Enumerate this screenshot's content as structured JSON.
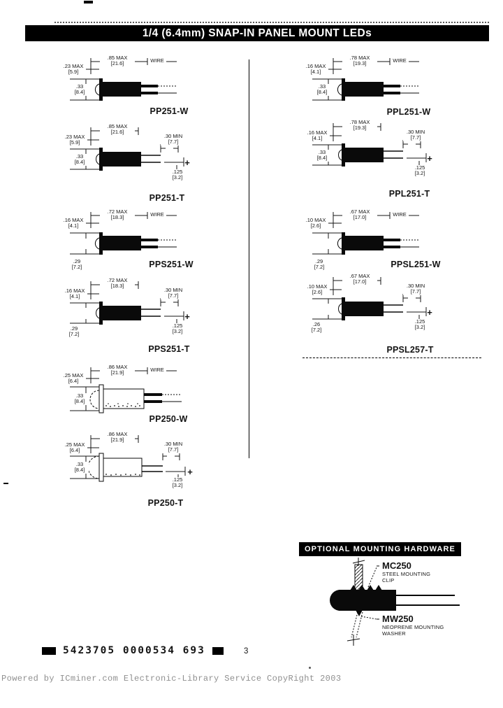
{
  "page": {
    "title": "1/4 (6.4mm) SNAP-IN PANEL MOUNT LEDs",
    "page_number": "3",
    "stamp_code": "5423705 0000534 693",
    "footer": "Powered by ICminer.com Electronic-Library Service CopyRight 2003"
  },
  "hardware": {
    "banner": "OPTIONAL MOUNTING HARDWARE",
    "clip_code": "MC250",
    "clip_line1": "STEEL MOUNTING",
    "clip_line2": "CLIP",
    "washer_code": "MW250",
    "washer_line1": "NEOPRENE MOUNTING",
    "washer_line2": "WASHER"
  },
  "diagrams": [
    {
      "model": "PP251-W",
      "top_in": ".85 MAX",
      "top_mm": "[21.6]",
      "lt_in": ".23 MAX",
      "lt_mm": "[5.9]",
      "left_in": ".33",
      "left_mm": "[8.4]",
      "wire": "WIRE"
    },
    {
      "model": "PPL251-W",
      "top_in": ".78 MAX",
      "top_mm": "[19.3]",
      "lt_in": ".16 MAX",
      "lt_mm": "[4.1]",
      "left_in": ".33",
      "left_mm": "[8.4]",
      "wire": "WIRE"
    },
    {
      "model": "PP251-T",
      "top_in": ".85 MAX",
      "top_mm": "[21.6]",
      "lt_in": ".23 MAX",
      "lt_mm": "[5.9]",
      "left_in": ".33",
      "left_mm": "[8.4]",
      "right_in": ".30 MIN",
      "right_mm": "[7.7]",
      "br_in": ".125",
      "br_mm": "[3.2]",
      "plus": "+"
    },
    {
      "model": "PPL251-T",
      "top_in": ".78 MAX",
      "top_mm": "[19.3]",
      "lt_in": ".16 MAX",
      "lt_mm": "[4.1]",
      "left_in": ".33",
      "left_mm": "[8.4]",
      "right_in": ".30 MIN",
      "right_mm": "[7.7]",
      "br_in": ".125",
      "br_mm": "[3.2]",
      "plus": "+"
    },
    {
      "model": "PPS251-W",
      "top_in": ".72 MAX",
      "top_mm": "[18.3]",
      "lt_in": ".16 MAX",
      "lt_mm": "[4.1]",
      "left_in": ".29",
      "left_mm": "[7.2]",
      "wire": "WIRE"
    },
    {
      "model": "PPSL251-W",
      "top_in": ".67 MAX",
      "top_mm": "[17.0]",
      "lt_in": ".10 MAX",
      "lt_mm": "[2.6]",
      "left_in": ".29",
      "left_mm": "[7.2]",
      "wire": "WIRE"
    },
    {
      "model": "PPS251-T",
      "top_in": ".72 MAX",
      "top_mm": "[18.3]",
      "lt_in": ".16 MAX",
      "lt_mm": "[4.1]",
      "left_in": ".29",
      "left_mm": "[7.2]",
      "right_in": ".30 MIN",
      "right_mm": "[7.7]",
      "br_in": ".125",
      "br_mm": "[3.2]",
      "plus": "+"
    },
    {
      "model": "PPSL257-T",
      "top_in": ".67 MAX",
      "top_mm": "[17.0]",
      "lt_in": ".10 MAX",
      "lt_mm": "[2.6]",
      "left_in": ".26",
      "left_mm": "[7.2]",
      "right_in": ".30 MIN",
      "right_mm": "[7.7]",
      "br_in": ".125",
      "br_mm": "[3.2]",
      "plus": "+"
    },
    {
      "model": "PP250-W",
      "top_in": ".86 MAX",
      "top_mm": "[21.9]",
      "lt_in": ".25 MAX",
      "lt_mm": "[6.4]",
      "left_in": ".33",
      "left_mm": "[8.4]",
      "wire": "WIRE"
    },
    {
      "model": "PP250-T",
      "top_in": ".86 MAX",
      "top_mm": "[21.9]",
      "lt_in": ".25 MAX",
      "lt_mm": "[6.4]",
      "left_in": ".33",
      "left_mm": "[8.4]",
      "right_in": ".30 MIN",
      "right_mm": "[7.7]",
      "br_in": ".125",
      "br_mm": "[3.2]",
      "plus": "+"
    }
  ]
}
